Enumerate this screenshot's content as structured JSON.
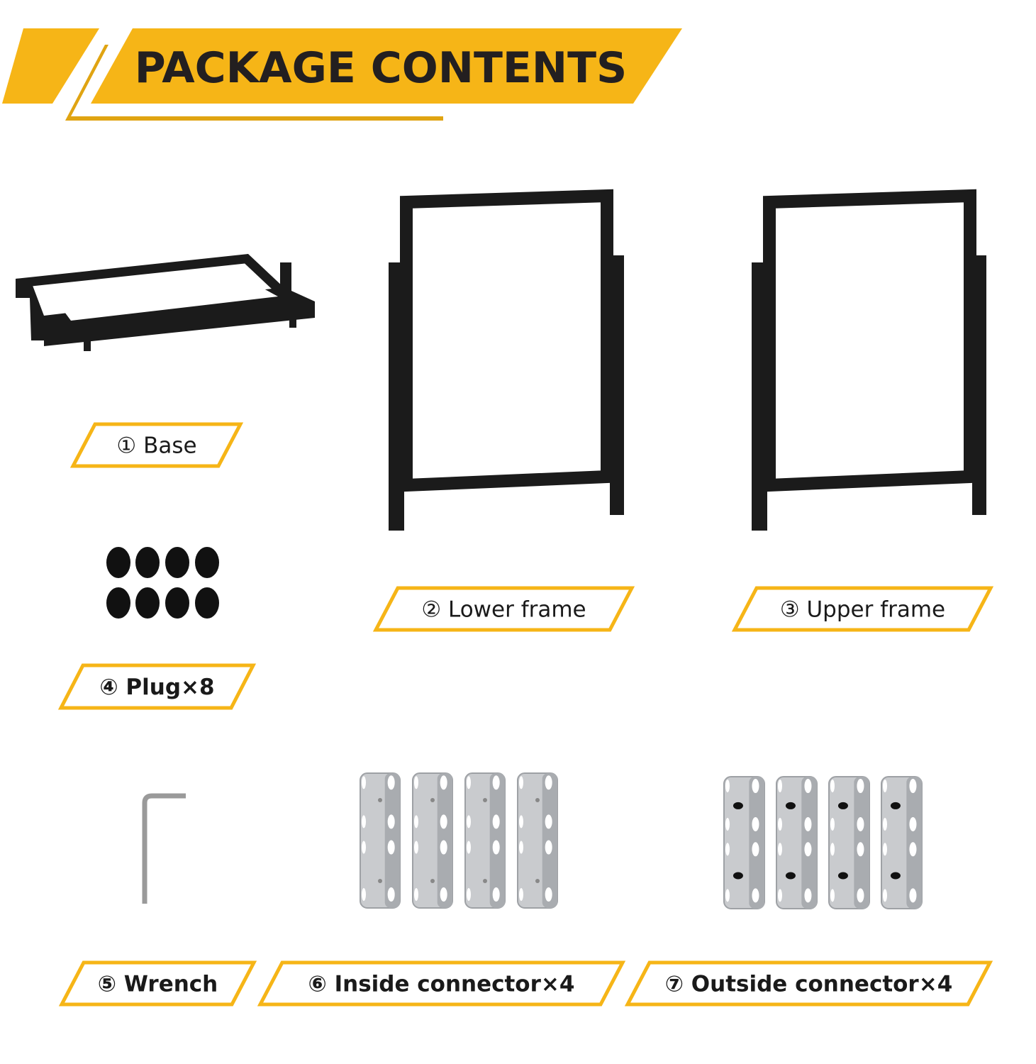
{
  "title": "PACKAGE CONTENTS",
  "colors": {
    "accent": "#f6b517",
    "frame": "#1b1b1b",
    "metal": "#c9cbce"
  },
  "items": [
    {
      "label": "① Base"
    },
    {
      "label": "② Lower frame"
    },
    {
      "label": "③ Upper frame"
    },
    {
      "label": "④ Plug×8"
    },
    {
      "label": "⑤ Wrench"
    },
    {
      "label": "⑥ Inside connector×4"
    },
    {
      "label": "⑦ Outside connector×4"
    }
  ]
}
